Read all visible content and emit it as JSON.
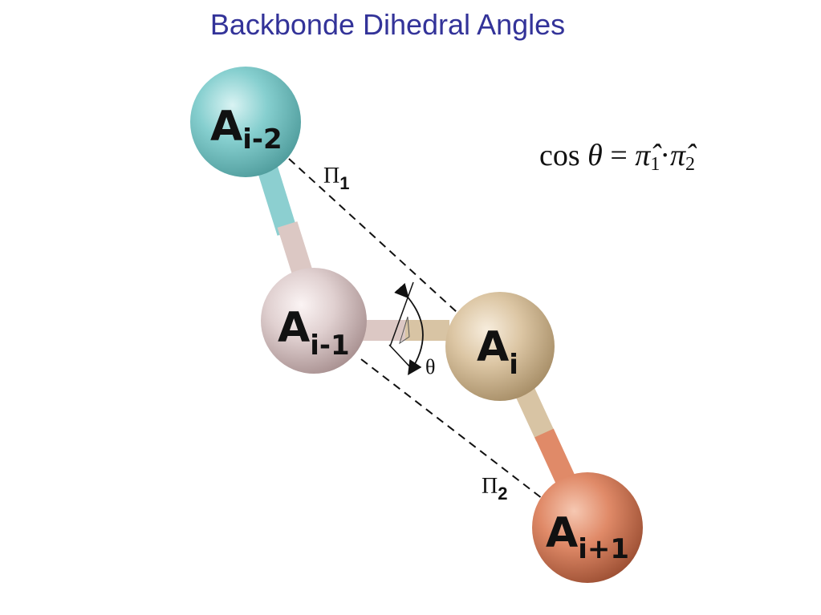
{
  "title": "Backbonde Dihedral Angles",
  "formula": {
    "lhs": "cos",
    "theta": "θ",
    "equals": "=",
    "pi1": "π̂",
    "sub1": "1",
    "dot": "·",
    "pi2": "π̂",
    "sub2": "2"
  },
  "atoms": [
    {
      "base": "A",
      "sub": "i-2",
      "color": "#7fc9c9"
    },
    {
      "base": "A",
      "sub": "i-1",
      "color": "#dccccc"
    },
    {
      "base": "A",
      "sub": "i",
      "color": "#d8c4a4"
    },
    {
      "base": "A",
      "sub": "i+1",
      "color": "#e08a68"
    }
  ],
  "planes": [
    {
      "symbol": "Π",
      "sub": "1"
    },
    {
      "symbol": "Π",
      "sub": "2"
    }
  ],
  "angle_label": "θ"
}
